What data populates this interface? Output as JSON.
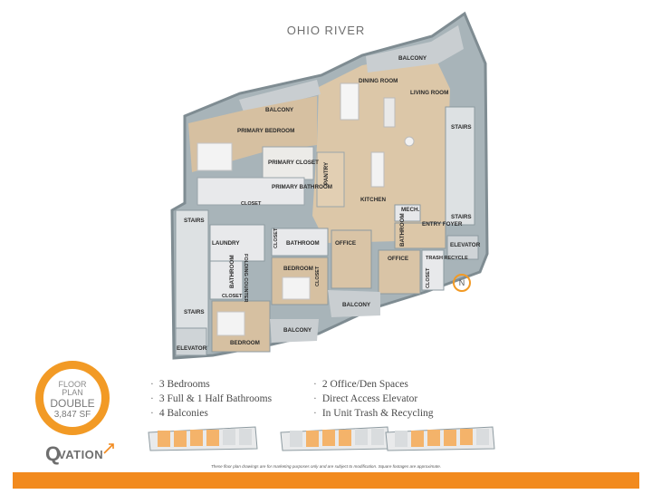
{
  "header": {
    "river_label": "OHIO RIVER"
  },
  "rooms": {
    "balcony_top": "BALCONY",
    "dining": "DINING ROOM",
    "living": "LIVING ROOM",
    "balcony_upper_left": "BALCONY",
    "primary_bedroom": "PRIMARY BEDROOM",
    "primary_closet": "PRIMARY CLOSET",
    "primary_bathroom": "PRIMARY BATHROOM",
    "pantry": "PANTRY",
    "kitchen": "KITCHEN",
    "stairs_right_top": "STAIRS",
    "stairs_right_mid": "STAIRS",
    "closet_upper": "CLOSET",
    "mech": "MECH.",
    "entry_foyer": "ENTRY FOYER",
    "elevator_right": "ELEVATOR",
    "stairs_left_top": "STAIRS",
    "laundry": "LAUNDRY",
    "folding_counter": "FOLDING COUNTER",
    "bathroom_left": "BATHROOM",
    "bathroom_mid": "BATHROOM",
    "closet_mid": "CLOSET",
    "office_mid": "OFFICE",
    "bathroom_right_v": "BATHROOM",
    "office_right": "OFFICE",
    "trash_recycle": "TRASH RECYCLE",
    "bedroom_mid": "BEDROOM",
    "closet_left": "CLOSET",
    "closet_right_v": "CLOSET",
    "closet_bed_v": "CLOSET",
    "balcony_mid": "BALCONY",
    "stairs_left_bottom": "STAIRS",
    "balcony_lower": "BALCONY",
    "elevator_left": "ELEVATOR",
    "bedroom_lower": "BEDROOM"
  },
  "compass": {
    "label": "N"
  },
  "badge": {
    "line1": "FLOOR",
    "line2": "PLAN",
    "name": "DOUBLE",
    "area": "3,847 SF"
  },
  "features_left": [
    "3 Bedrooms",
    "3 Full & 1 Half Bathrooms",
    "4 Balconies"
  ],
  "features_right": [
    "2 Office/Den Spaces",
    "Direct Access Elevator",
    "In Unit Trash & Recycling"
  ],
  "logo": {
    "letter": "Q",
    "word": "VATION"
  },
  "disclaimer": "These floor plan drawings are for marketing purposes only and are subject to modification. Square footages are approximate.",
  "colors": {
    "accent": "#f28a1e",
    "wall": "#8d9aa0",
    "floor": "#d9c4a6",
    "tile": "#e7e8ea"
  }
}
